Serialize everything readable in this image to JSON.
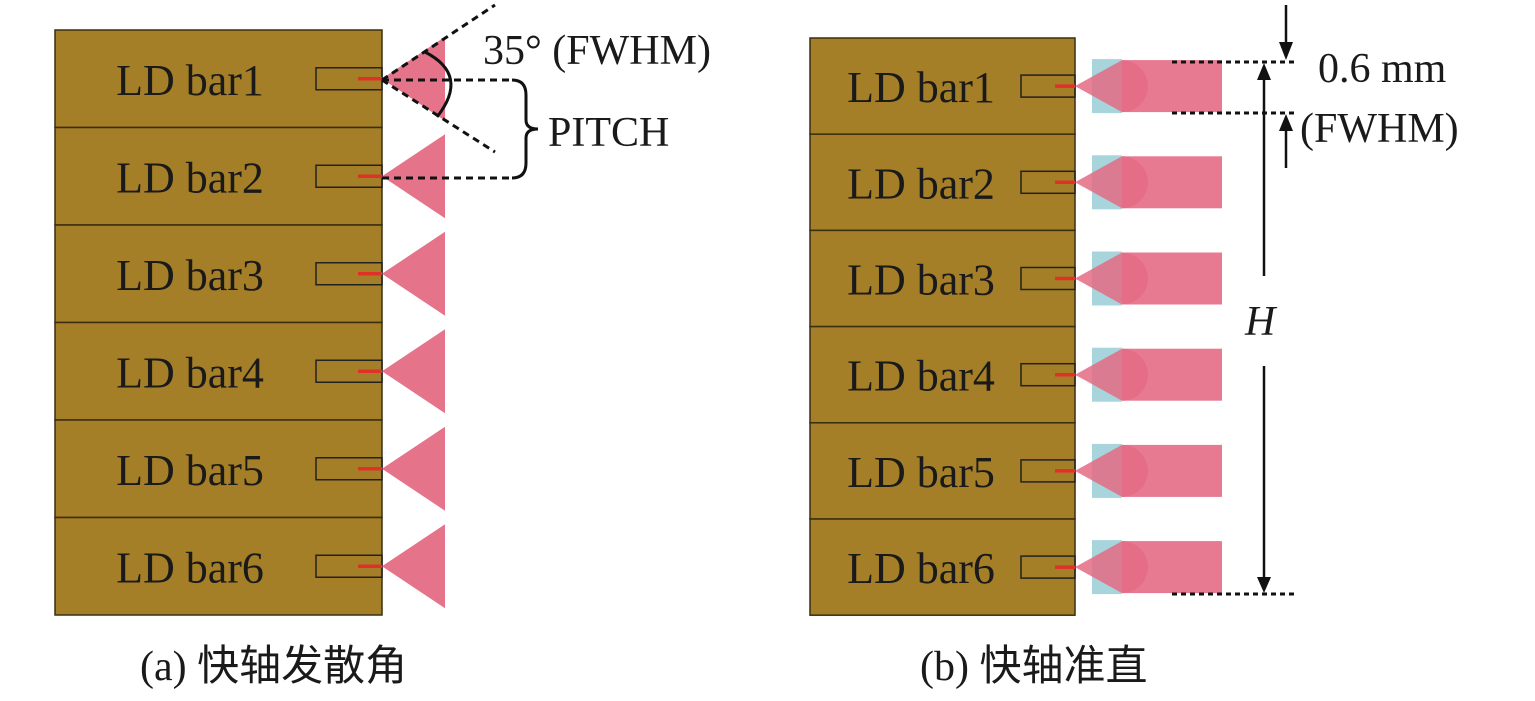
{
  "panel_a": {
    "bars": [
      "LD bar1",
      "LD bar2",
      "LD bar3",
      "LD bar4",
      "LD bar5",
      "LD bar6"
    ],
    "angle_label": "35° (FWHM)",
    "pitch_label": "PITCH",
    "caption": "(a) 快轴发散角"
  },
  "panel_b": {
    "bars": [
      "LD bar1",
      "LD bar2",
      "LD bar3",
      "LD bar4",
      "LD bar5",
      "LD bar6"
    ],
    "width_label": "0.6 mm",
    "width_label2": "(FWHM)",
    "height_label": "H",
    "caption": "(b) 快轴准直"
  },
  "colors": {
    "bar_fill": "#a57f27",
    "beam": "#e46b84",
    "lens": "#a8d4dc",
    "emitter": "#e0302a"
  }
}
